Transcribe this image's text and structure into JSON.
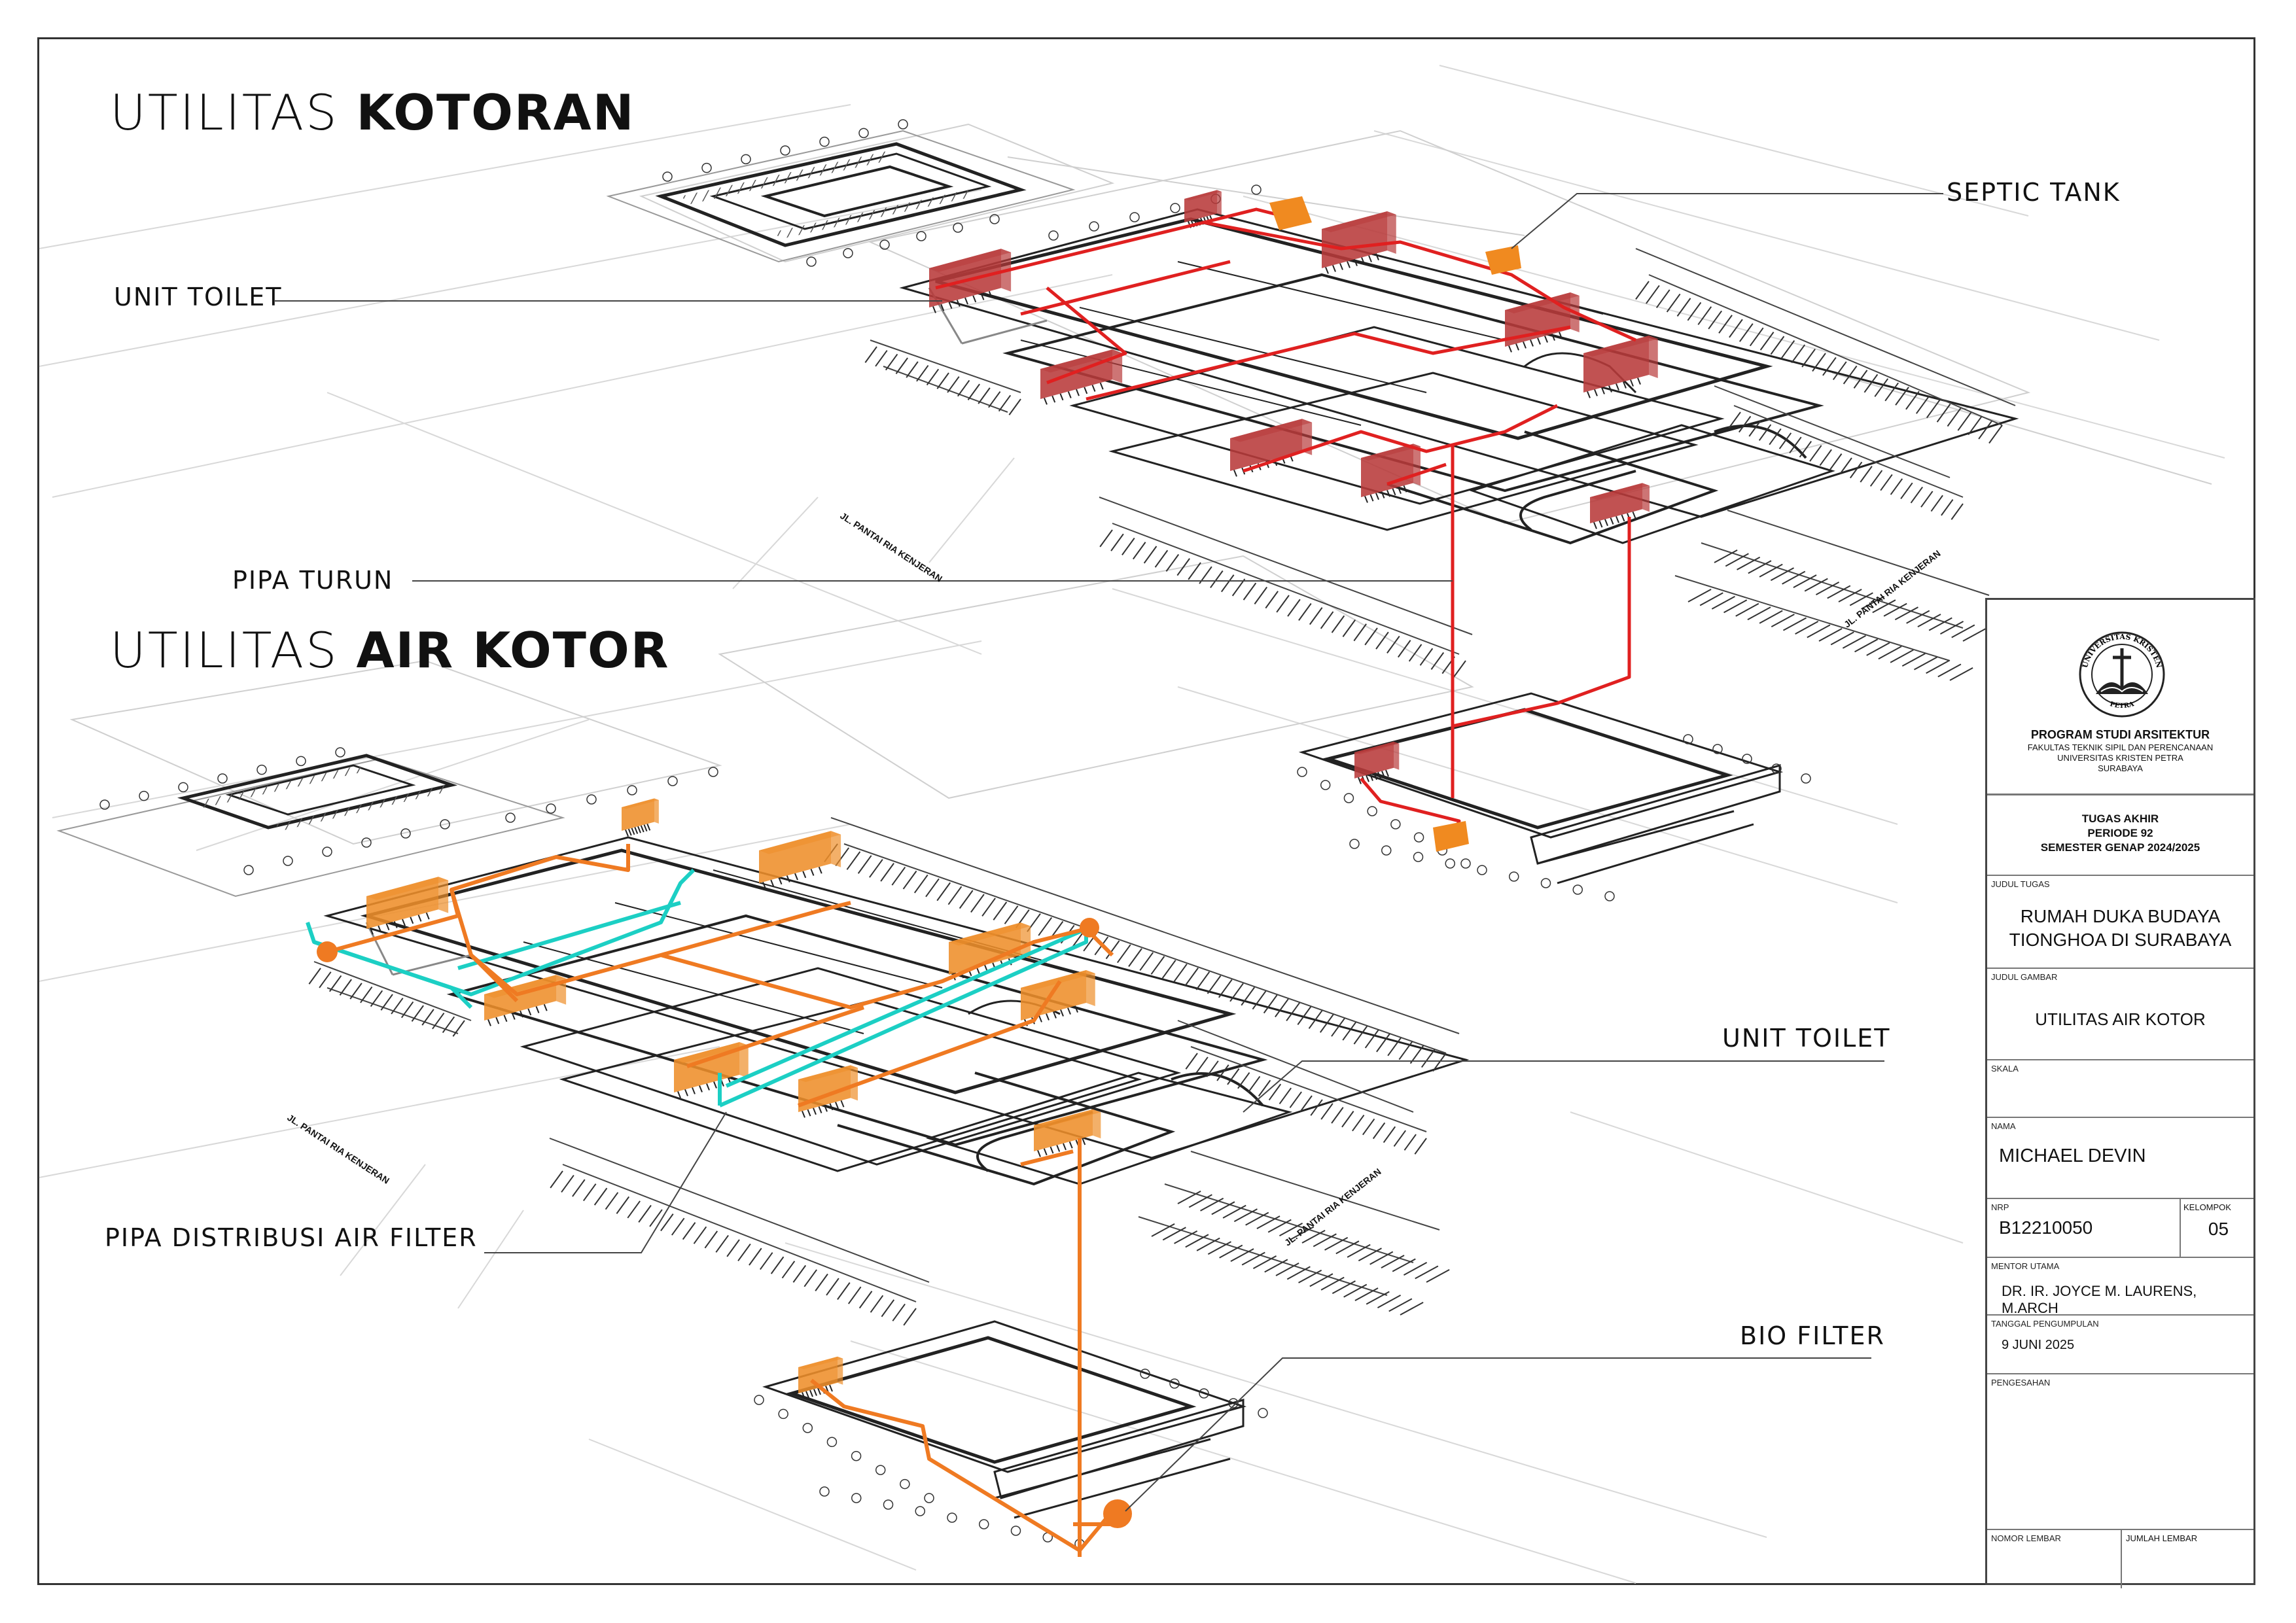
{
  "headings": {
    "top_light": "UTILITAS ",
    "top_bold": "KOTORAN",
    "bottom_light": "UTILITAS ",
    "bottom_bold": "AIR KOTOR"
  },
  "callouts": {
    "unit_toilet_top": "UNIT TOILET",
    "septic_tank": "SEPTIC TANK",
    "pipa_turun": "PIPA TURUN",
    "unit_toilet_bottom": "UNIT TOILET",
    "pipa_distribusi": "PIPA DISTRIBUSI AIR FILTER",
    "bio_filter": "BIO FILTER"
  },
  "street_labels": {
    "top_left": "JL. PANTAI RIA KENJERAN",
    "top_right": "JL. PANTAI RIA KENJERAN",
    "bottom_left": "JL. PANTAI RIA KENJERAN",
    "bottom_right": "JL. PANTAI RIA KENJERAN"
  },
  "title_block": {
    "logo_text_top": "UNIVERSITAS KRISTEN",
    "logo_text_bottom": "PETRA",
    "program": "PROGRAM STUDI ARSITEKTUR",
    "faculty": "FAKULTAS TEKNIK SIPIL DAN PERENCANAAN",
    "university": "UNIVERSITAS KRISTEN PETRA",
    "city": "SURABAYA",
    "assignment_line1": "TUGAS AKHIR",
    "assignment_line2": "PERIODE 92",
    "assignment_line3": "SEMESTER GENAP 2024/2025",
    "judul_tugas_label": "JUDUL TUGAS",
    "judul_tugas_line1": "RUMAH DUKA BUDAYA",
    "judul_tugas_line2": "TIONGHOA DI SURABAYA",
    "judul_gambar_label": "JUDUL GAMBAR",
    "judul_gambar": "UTILITAS AIR KOTOR",
    "skala_label": "SKALA",
    "nama_label": "NAMA",
    "nama": "MICHAEL DEVIN",
    "nrp_label": "NRP",
    "nrp": "B12210050",
    "kelompok_label": "KELOMPOK",
    "kelompok": "05",
    "mentor_label": "MENTOR UTAMA",
    "mentor": "DR. IR. JOYCE M. LAURENS, M.ARCH",
    "tanggal_label": "TANGGAL PENGUMPULAN",
    "tanggal": "9 JUNI 2025",
    "pengesahan_label": "PENGESAHAN",
    "nomor_lembar_label": "NOMOR LEMBAR",
    "jumlah_lembar_label": "JUMLAH LEMBAR"
  },
  "colors": {
    "sewage_pipe": "#e02020",
    "toilet_unit_top": "#b83a3a",
    "grey_water_pipe": "#ef7a22",
    "toilet_unit_bottom": "#ee8e2a",
    "filter_pipe": "#1ccfc4",
    "linework": "#222222"
  }
}
